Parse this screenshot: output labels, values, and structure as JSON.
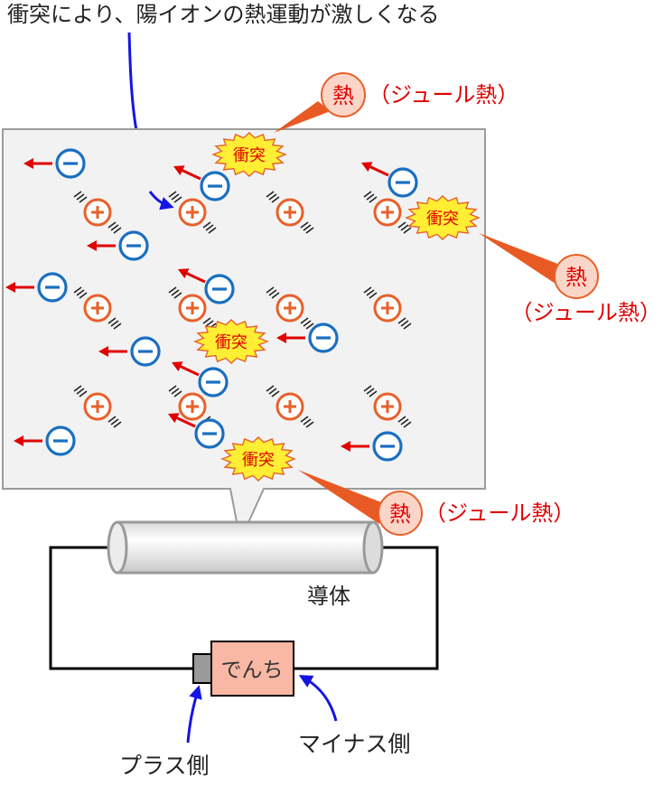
{
  "caption": "衝突により、陽イオンの熱運動が激しくなる",
  "collision_label": "衝突",
  "heat_char": "熱",
  "joule_heat_label": "（ジュール熱）",
  "conductor_label": "導体",
  "battery_label": "でんち",
  "plus_side_label": "プラス側",
  "minus_side_label": "マイナス側",
  "colors": {
    "positive_ion": "#e8602a",
    "electron": "#1a6fc0",
    "arrow_red": "#e00000",
    "pointer_blue": "#1414e6",
    "heat_text": "#e00000",
    "heat_circle_fill": "#fbd6c8",
    "burst_fill": "#ffee33",
    "burst_stroke": "#e8602a",
    "callout": "#e85a24",
    "panel_fill": "#f2f2f2",
    "battery_fill": "#f8b8a4",
    "wire": "#000000"
  },
  "icons": [
    "positive-ion-icon",
    "electron-icon",
    "collision-burst-icon",
    "heat-circle-icon",
    "battery-icon",
    "conductor-cylinder-icon"
  ]
}
